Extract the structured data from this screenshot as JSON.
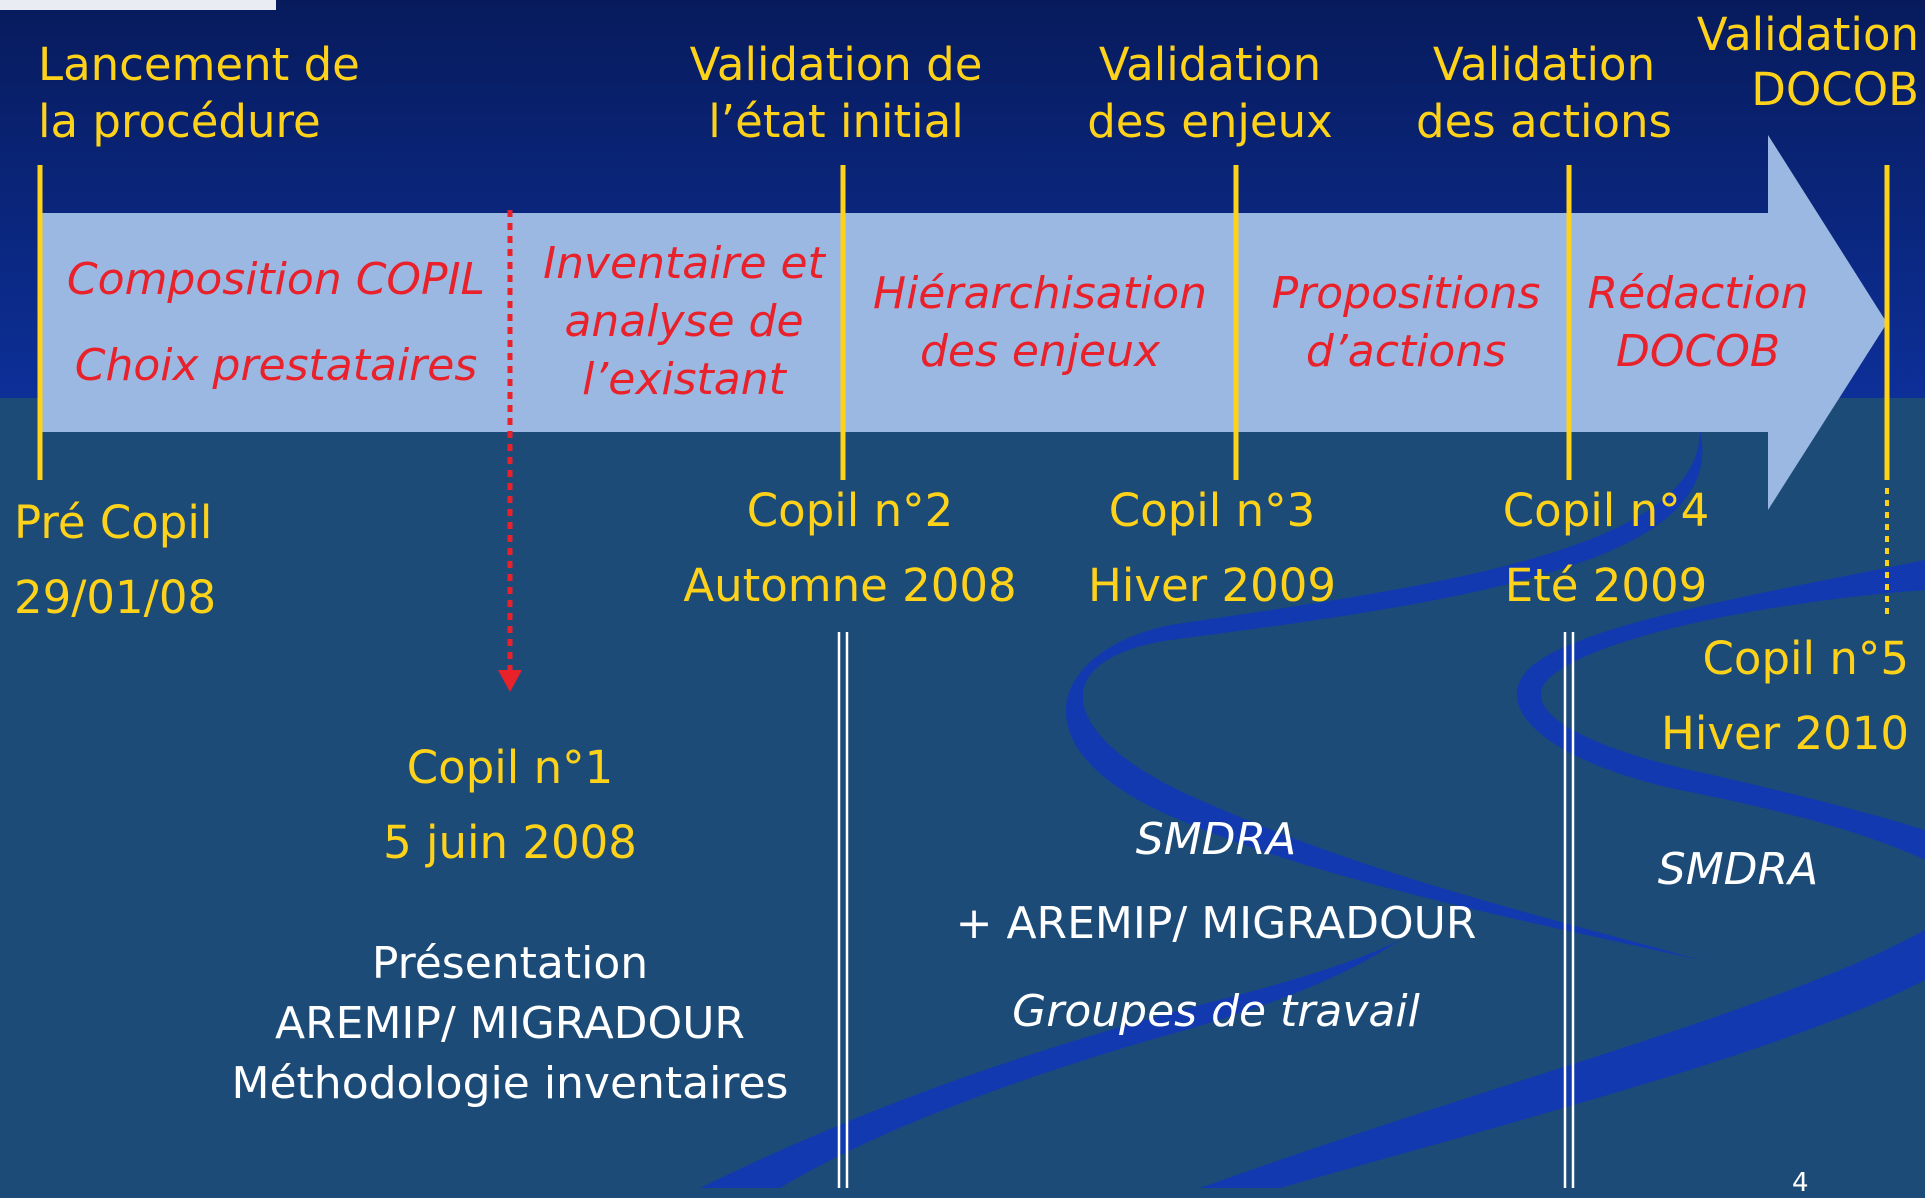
{
  "milestones_top": {
    "lancement": [
      "Lancement de",
      "la procédure"
    ],
    "validation_etat": [
      "Validation de",
      "l’état initial"
    ],
    "validation_enjeux": [
      "Validation",
      "des enjeux"
    ],
    "validation_actions": [
      "Validation",
      "des actions"
    ],
    "validation_docob": [
      "Validation",
      "DOCOB"
    ]
  },
  "phases": {
    "composition": "Composition COPIL",
    "choix": "Choix prestataires",
    "inventaire": [
      "Inventaire et",
      "analyse de",
      "l’existant"
    ],
    "hierarchisation": [
      "Hiérarchisation",
      "des enjeux"
    ],
    "propositions": [
      "Propositions",
      "d’actions"
    ],
    "redaction": [
      "Rédaction",
      "DOCOB"
    ]
  },
  "copils": {
    "pre": {
      "label": "Pré Copil",
      "date": "29/01/08"
    },
    "c1": {
      "label": "Copil n°1",
      "date": "5 juin 2008"
    },
    "c2": {
      "label": "Copil n°2",
      "date": "Automne 2008"
    },
    "c3": {
      "label": "Copil n°3",
      "date": "Hiver 2009"
    },
    "c4": {
      "label": "Copil n°4",
      "date": "Eté 2009"
    },
    "c5": {
      "label": "Copil n°5",
      "date": "Hiver 2010"
    }
  },
  "notes": {
    "presentation": [
      "Présentation",
      "AREMIP/ MIGRADOUR",
      "Méthodologie inventaires"
    ],
    "smdra_mid": "SMDRA",
    "aremip_mid": "+ AREMIP/ MIGRADOUR",
    "groupes": "Groupes de travail",
    "smdra_right": "SMDRA"
  },
  "slide_number": "4",
  "colors": {
    "title_bar": "#0a2a8c",
    "body": "#1c4b78",
    "arrow": "#9bb8e2",
    "yellow": "#ffd21a",
    "red": "#e8212a",
    "white": "#ffffff"
  }
}
